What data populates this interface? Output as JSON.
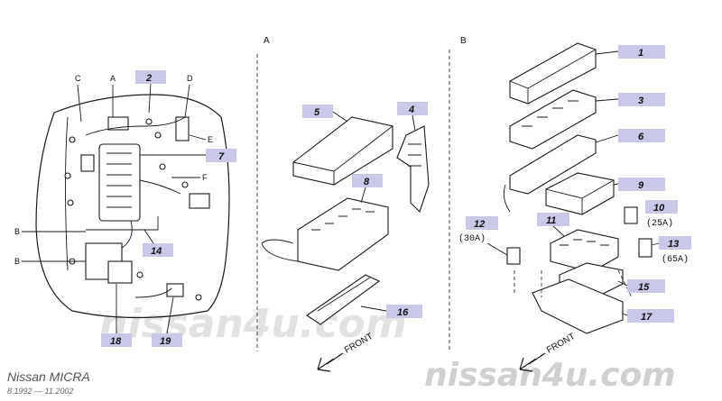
{
  "sections": {
    "a": "A",
    "b": "B"
  },
  "connectors": {
    "a": "A",
    "c": "C",
    "d": "D",
    "e": "E",
    "f": "F",
    "b1": "B",
    "b2": "B"
  },
  "callouts": [
    {
      "id": "2",
      "text": "2"
    },
    {
      "id": "7",
      "text": "7"
    },
    {
      "id": "14",
      "text": "14"
    },
    {
      "id": "18",
      "text": "18"
    },
    {
      "id": "19",
      "text": "19"
    },
    {
      "id": "5",
      "text": "5"
    },
    {
      "id": "4",
      "text": "4"
    },
    {
      "id": "8",
      "text": "8"
    },
    {
      "id": "16",
      "text": "16"
    },
    {
      "id": "1",
      "text": "1"
    },
    {
      "id": "3",
      "text": "3"
    },
    {
      "id": "6",
      "text": "6"
    },
    {
      "id": "9",
      "text": "9"
    },
    {
      "id": "10",
      "text": "10"
    },
    {
      "id": "12",
      "text": "12"
    },
    {
      "id": "11",
      "text": "11"
    },
    {
      "id": "13",
      "text": "13"
    },
    {
      "id": "15",
      "text": "15"
    },
    {
      "id": "17",
      "text": "17"
    }
  ],
  "ratings": {
    "r10": "(25A)",
    "r12": "(30A)",
    "r13": "(65A)"
  },
  "front_labels": {
    "a": "FRONT",
    "b": "FRONT"
  },
  "footer": {
    "model": "Nissan MICRA",
    "dates": "8.1992 — 11.2002"
  },
  "watermark": {
    "center": "nissan4u.com",
    "corner": "nissan4u.com"
  },
  "colors": {
    "tag": "#c9c8e6",
    "line": "#1a1a1a",
    "watermark": "#d4d4d4"
  }
}
